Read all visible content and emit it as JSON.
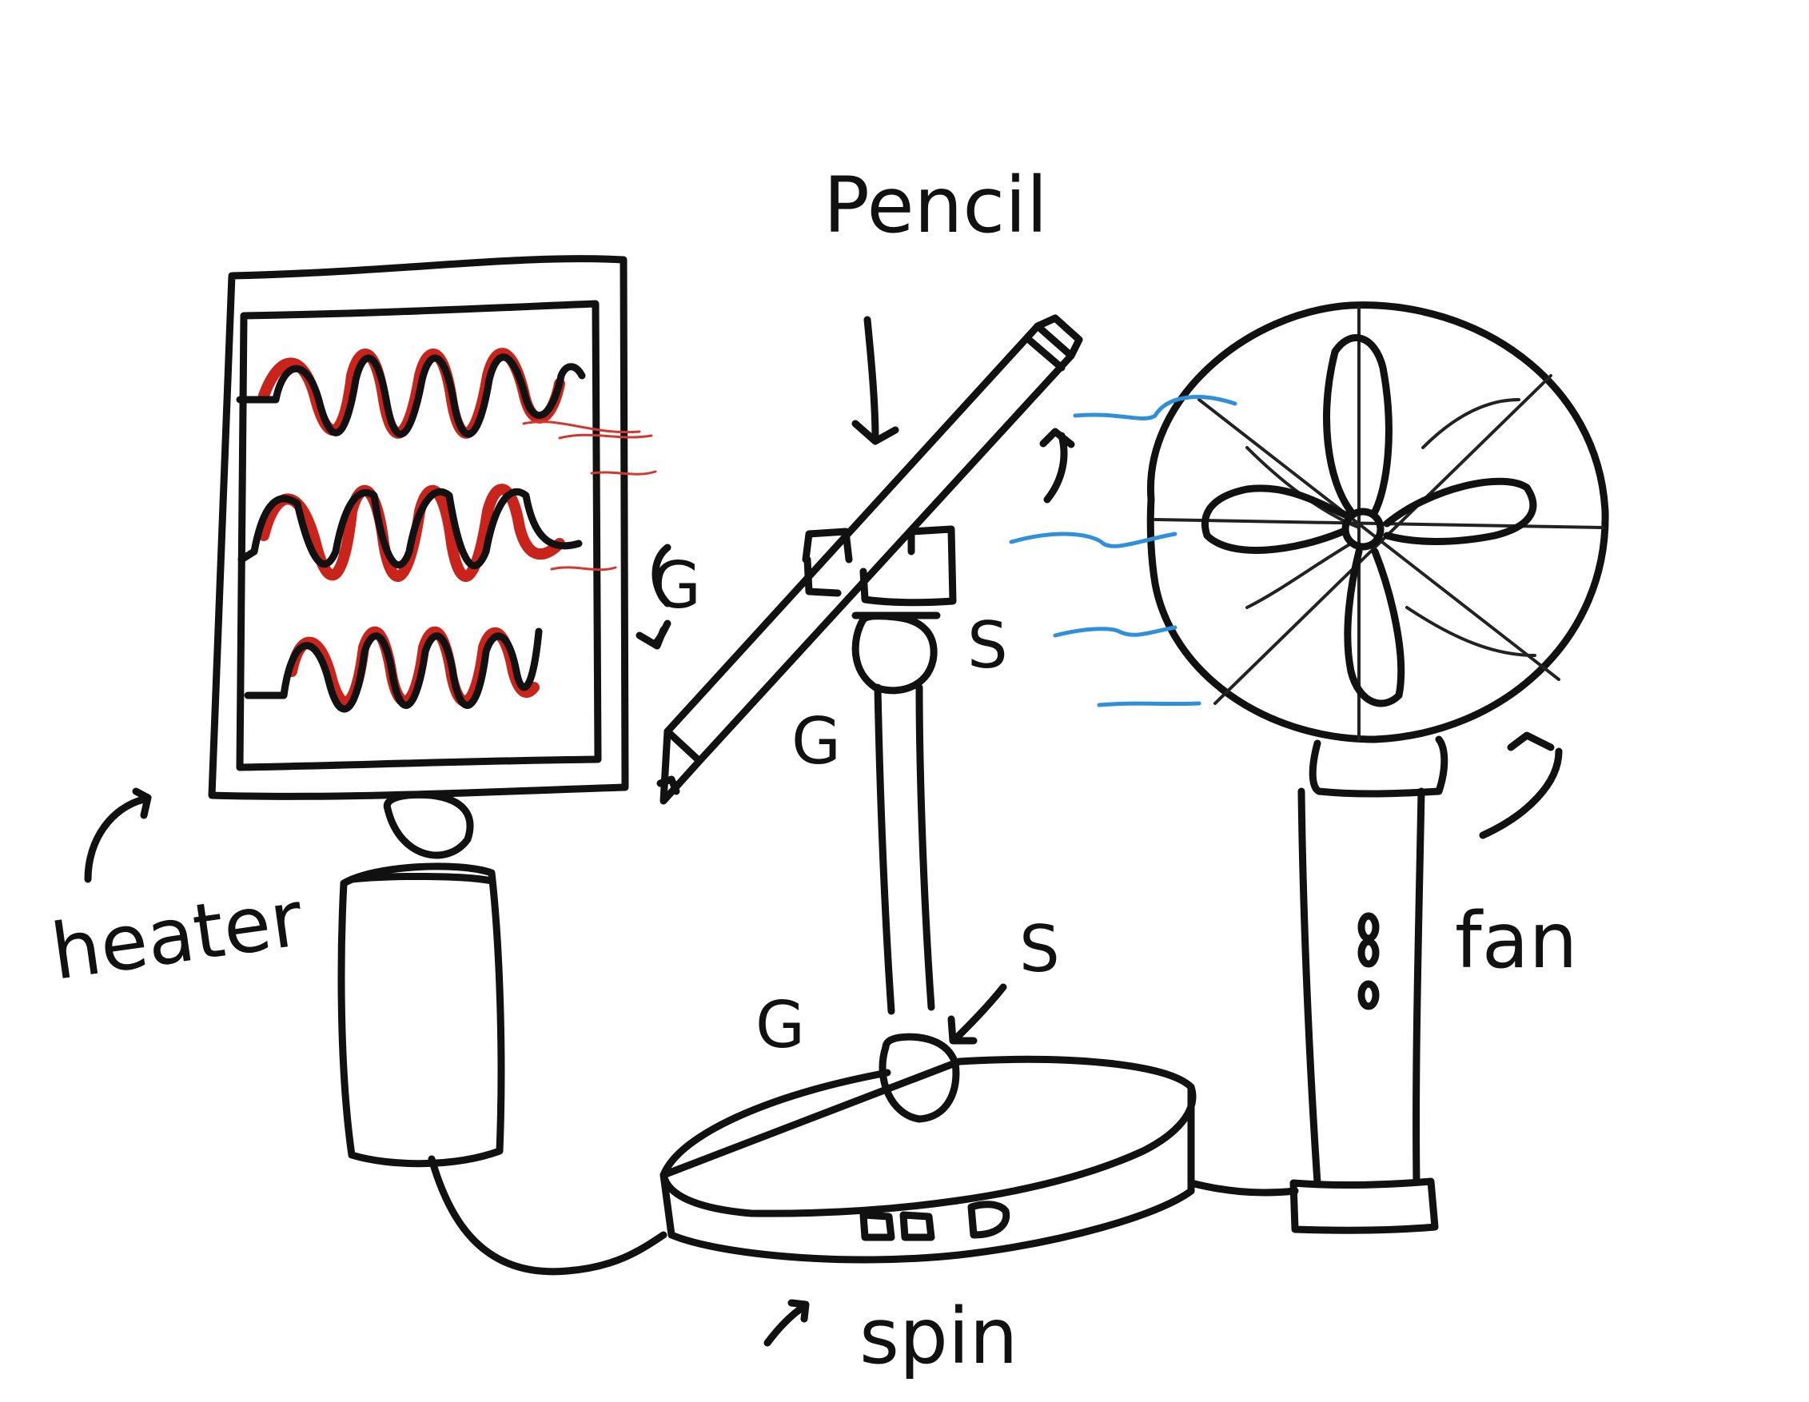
{
  "labels": {
    "pencil": "Pencil",
    "heater": "heater",
    "fan": "fan",
    "spin": "spin"
  },
  "pole_marks": {
    "clamp_left": "G",
    "clamp_right": "S",
    "pencil_tip": "G",
    "base_left": "G",
    "base_right": "S"
  },
  "colors": {
    "ink": "#111111",
    "heat": "#c8241c",
    "air": "#2f8fd9"
  }
}
